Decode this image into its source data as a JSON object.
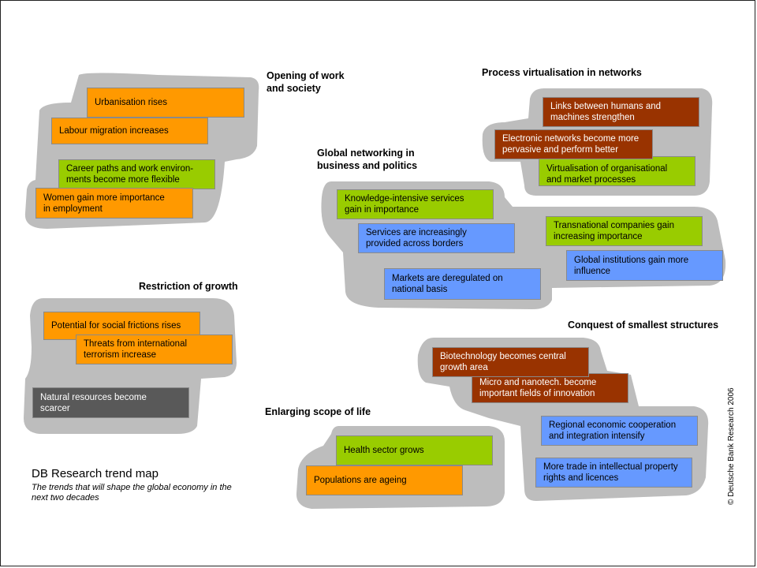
{
  "clusters": [
    {
      "heading": "Opening of work\nand society",
      "boxes": [
        "Urbanisation rises",
        "Labour migration increases",
        "Career paths and work environ-\nments become more flexible",
        "Women gain more importance\nin employment"
      ]
    },
    {
      "heading": "Process virtualisation in networks",
      "boxes": [
        "Links between humans and\nmachines strengthen",
        "Electronic networks become more\npervasive and perform better",
        "Virtualisation of organisational\nand market processes"
      ]
    },
    {
      "heading": "Global networking in\nbusiness and politics",
      "boxes": [
        "Knowledge-intensive services\ngain in importance",
        "Services are increasingly\nprovided across borders",
        "Markets are deregulated on\nnational basis",
        "Transnational companies gain\nincreasing importance",
        "Global institutions gain more\ninfluence"
      ]
    },
    {
      "heading": "Restriction of growth",
      "boxes": [
        "Potential for social frictions rises",
        "Threats from international\nterrorism increase",
        "Natural resources become\nscarcer"
      ]
    },
    {
      "heading": "Conquest of smallest structures",
      "boxes": [
        "Biotechnology becomes central\ngrowth area",
        "Micro and nanotech. become\nimportant fields of innovation",
        "Regional economic cooperation\nand integration intensify",
        "More trade in intellectual property\nrights and licences"
      ]
    },
    {
      "heading": "Enlarging scope of life",
      "boxes": [
        "Health sector grows",
        "Populations are ageing"
      ]
    }
  ],
  "title": "DB Research trend map",
  "subtitle": "The trends that will shape the global economy in the next two decades",
  "copyright": "© Deutsche Bank Research 2006",
  "colors": {
    "orange": "#ff9900",
    "green": "#99cc00",
    "blue": "#6699ff",
    "brown": "#993300",
    "grey": "#595959",
    "blob": "#bdbdbd"
  }
}
